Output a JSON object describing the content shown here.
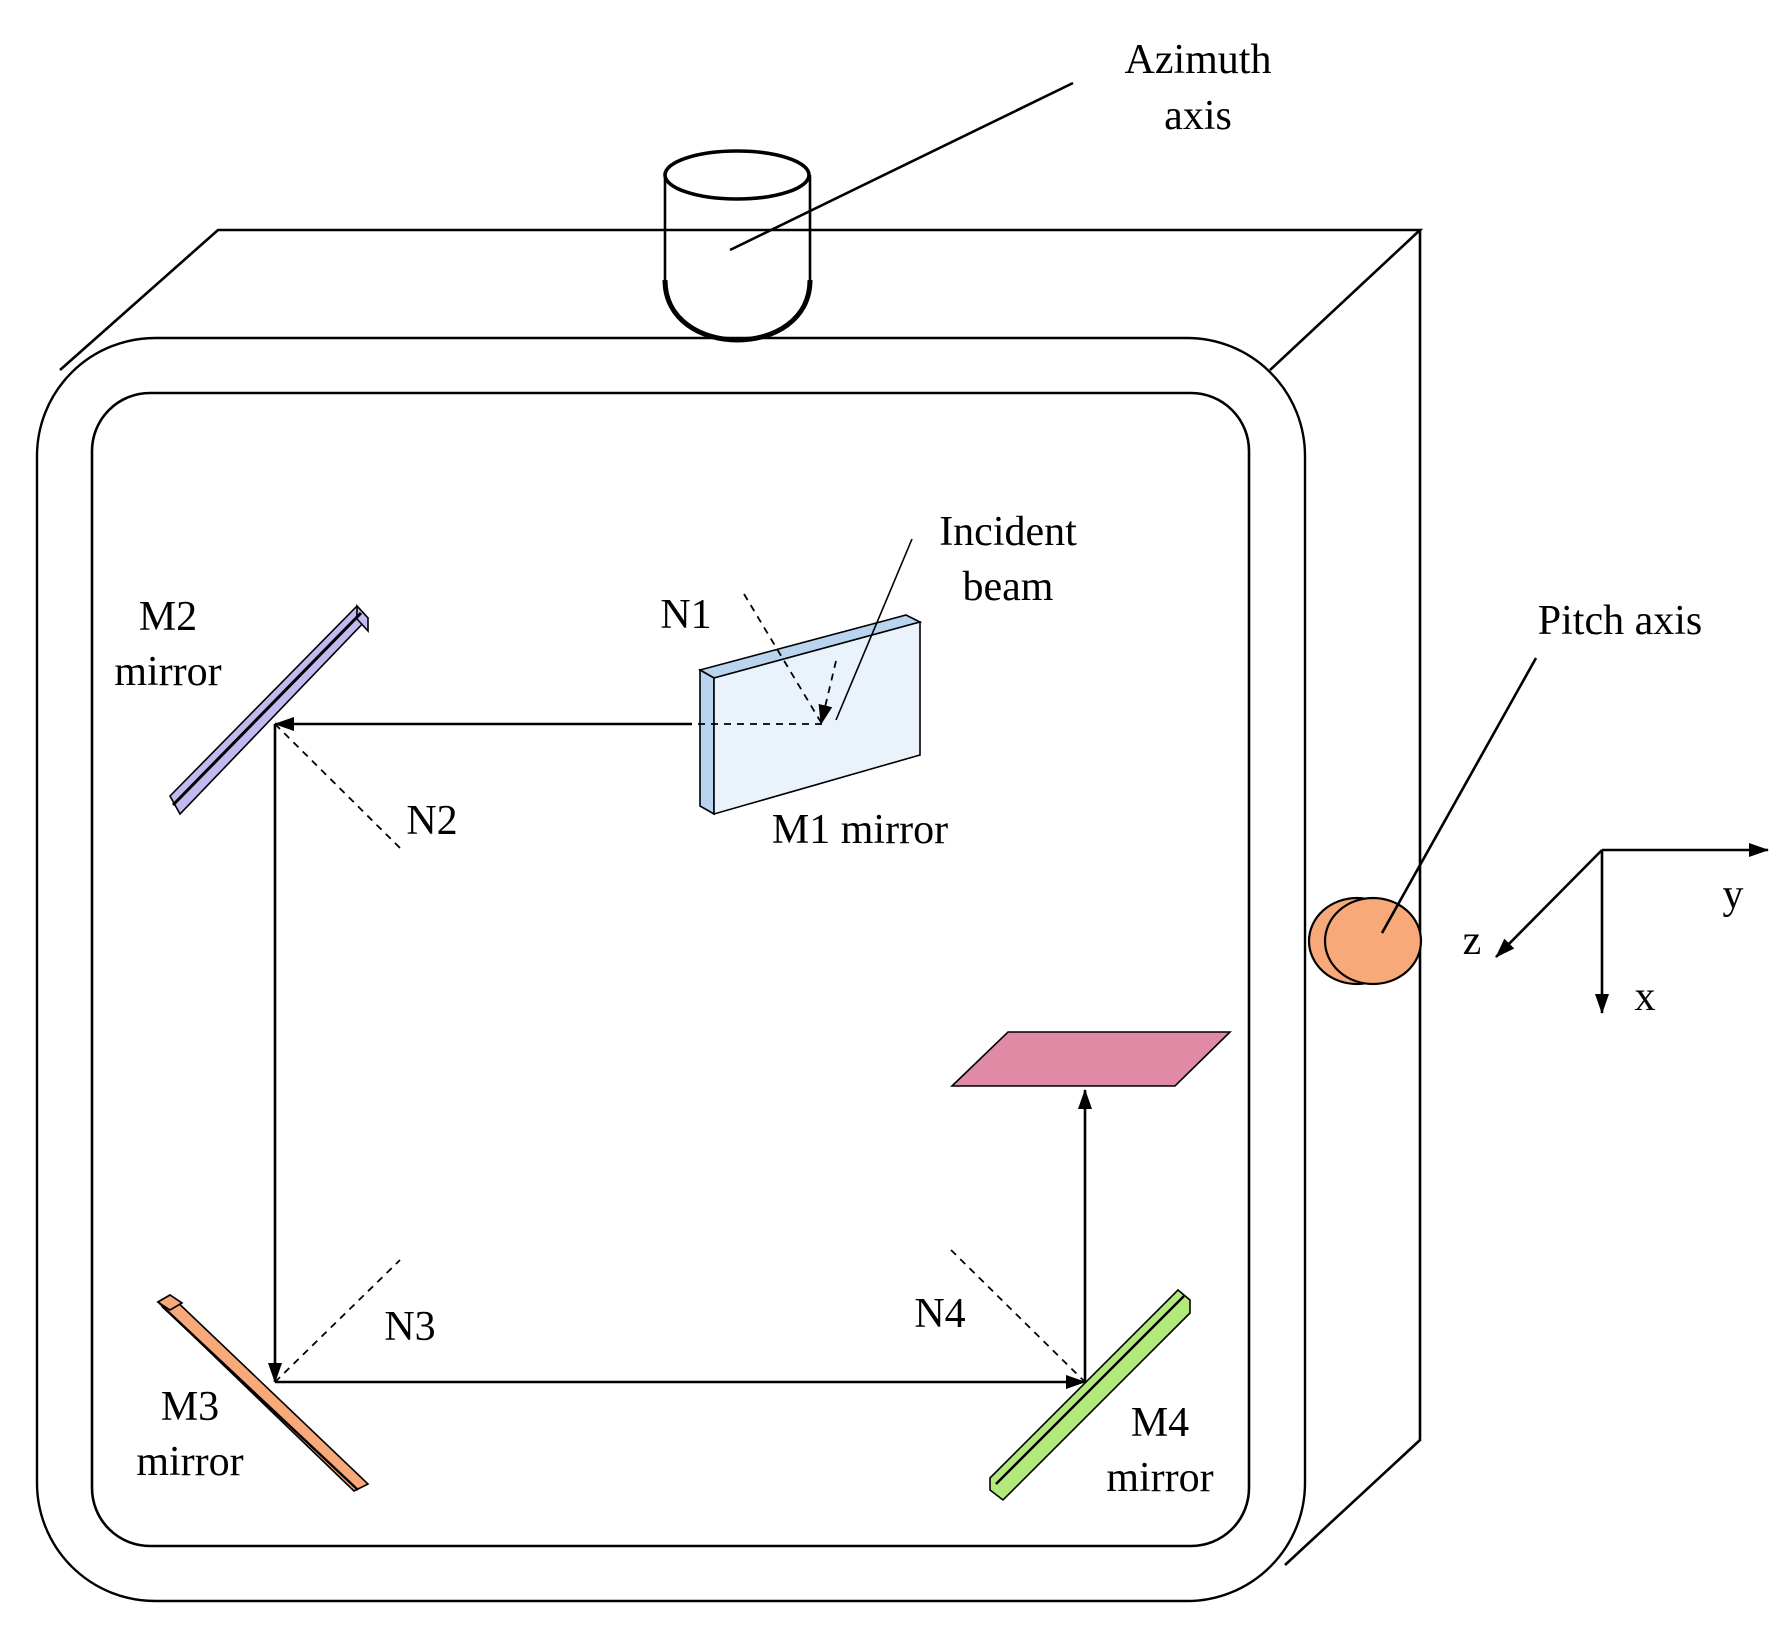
{
  "labels": {
    "azimuth_line1": "Azimuth",
    "azimuth_line2": "axis",
    "incident_line1": "Incident",
    "incident_line2": "beam",
    "pitch_axis": "Pitch axis",
    "n1": "N1",
    "n2": "N2",
    "n3": "N3",
    "n4": "N4",
    "m1": "M1 mirror",
    "m2_line1": "M2",
    "m2_line2": "mirror",
    "m3_line1": "M3",
    "m3_line2": "mirror",
    "m4_line1": "M4",
    "m4_line2": "mirror",
    "axis_x": "x",
    "axis_y": "y",
    "axis_z": "z"
  },
  "colors": {
    "m1_face": "#eaf2fb",
    "m1_edge": "#b9d4ee",
    "m2_face": "#c3b8f0",
    "m3_face": "#f7a97a",
    "m4_face": "#b3e87a",
    "target": "#e08aa6",
    "pitch_knob": "#f7a97a"
  }
}
